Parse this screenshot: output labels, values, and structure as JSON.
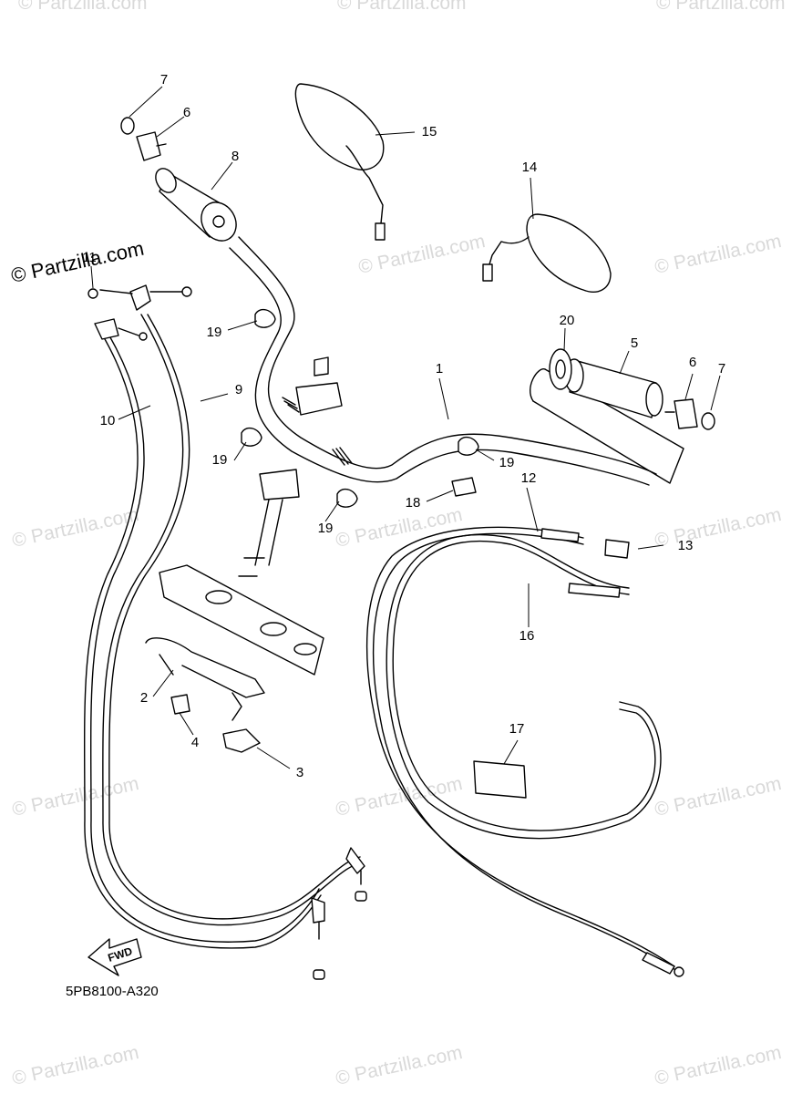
{
  "watermark": {
    "text": "© Partzilla.com"
  },
  "brand": {
    "text": "© Partzilla.com"
  },
  "diagram_code": "5PB8100-A320",
  "fwd_label": "FWD",
  "callouts": [
    "1",
    "2",
    "3",
    "4",
    "5",
    "6",
    "6",
    "7",
    "7",
    "8",
    "9",
    "10",
    "11",
    "12",
    "13",
    "14",
    "15",
    "16",
    "17",
    "18",
    "19",
    "19",
    "19",
    "19",
    "20"
  ]
}
